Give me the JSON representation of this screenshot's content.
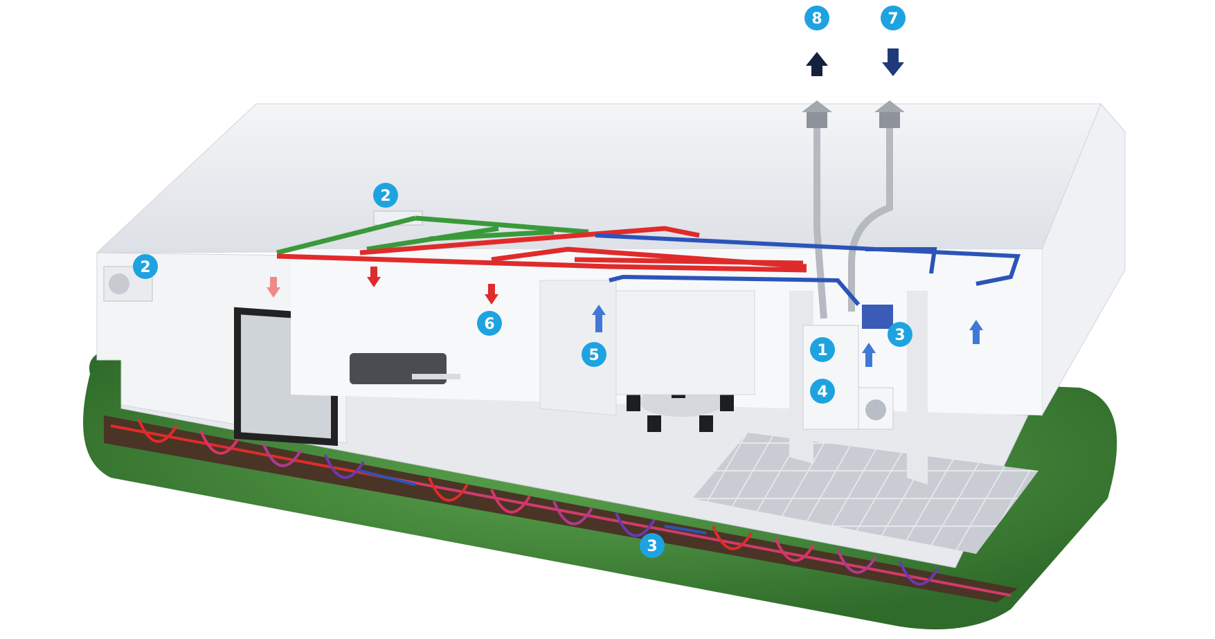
{
  "colors": {
    "badge": "#1ea3e0",
    "badge_text": "#ffffff",
    "exhaust_arrow": "#14213d",
    "intake_arrow": "#1f3a7a",
    "supply_red": "#e02b2b",
    "extract_blue": "#2c54b8",
    "fresh_green": "#3a9a3a",
    "up_arrow_blue": "#3f78d6",
    "ground_grass": "#3f8f3a",
    "ground_soil": "#4a3426"
  },
  "badges": [
    {
      "id": "exhaust-air",
      "label": "8"
    },
    {
      "id": "fresh-air-intake",
      "label": "7"
    },
    {
      "id": "indoor-unit",
      "label": "2"
    },
    {
      "id": "outdoor-unit",
      "label": "2"
    },
    {
      "id": "heat-pump",
      "label": "1"
    },
    {
      "id": "ventilation-unit",
      "label": "3"
    },
    {
      "id": "hot-water-tank",
      "label": "4"
    },
    {
      "id": "extract-air",
      "label": "5"
    },
    {
      "id": "supply-air",
      "label": "6"
    },
    {
      "id": "ground-collector",
      "label": "3"
    }
  ]
}
